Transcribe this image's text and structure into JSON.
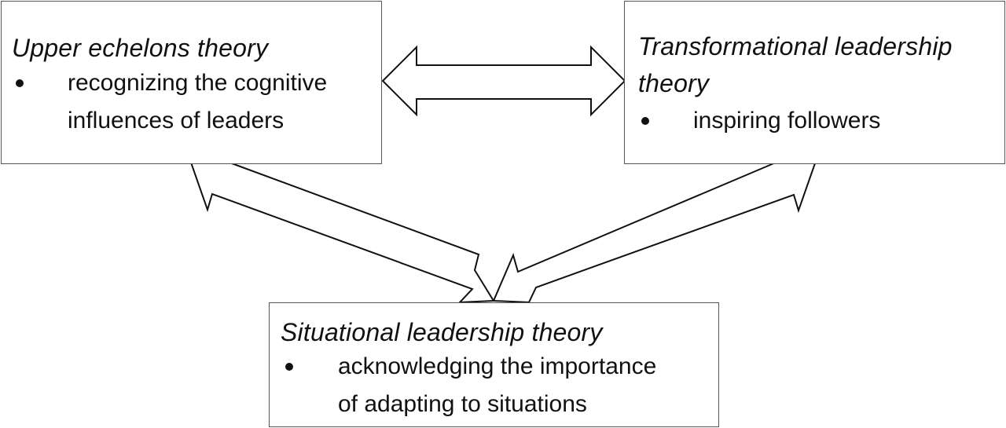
{
  "boxes": {
    "upper_echelons": {
      "title": "Upper echelons theory",
      "bullet_line_1": "recognizing the cognitive",
      "bullet_line_2": "influences of leaders"
    },
    "transformational": {
      "title_line_1": "Transformational leadership",
      "title_line_2": "theory",
      "bullet_line_1": "inspiring followers"
    },
    "situational": {
      "title": "Situational leadership theory",
      "bullet_line_1": "acknowledging the importance",
      "bullet_line_2": "of adapting to situations"
    }
  },
  "connectors": [
    {
      "from": "upper_echelons",
      "to": "transformational",
      "style": "double-headed hollow arrow"
    },
    {
      "from": "situational",
      "to": "upper_echelons",
      "style": "hollow arrow"
    },
    {
      "from": "situational",
      "to": "transformational",
      "style": "hollow arrow"
    }
  ],
  "colors": {
    "line": "#111111",
    "box_border": "#555555",
    "background": "#ffffff"
  }
}
